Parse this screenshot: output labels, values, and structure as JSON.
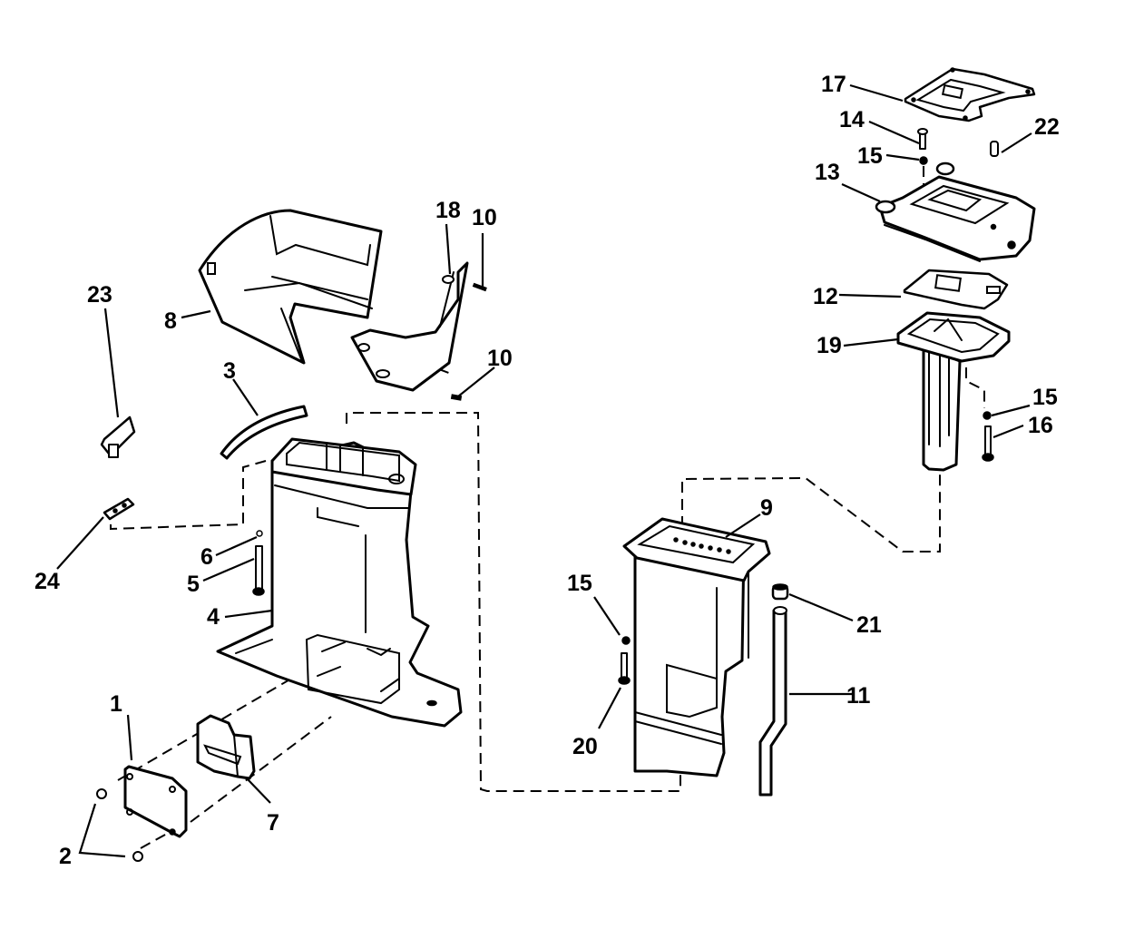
{
  "diagram": {
    "title": "Midsection exploded parts view",
    "callouts": [
      {
        "id": "c1",
        "text": "1"
      },
      {
        "id": "c2",
        "text": "2"
      },
      {
        "id": "c3",
        "text": "3"
      },
      {
        "id": "c4",
        "text": "4"
      },
      {
        "id": "c5",
        "text": "5"
      },
      {
        "id": "c6",
        "text": "6"
      },
      {
        "id": "c7",
        "text": "7"
      },
      {
        "id": "c8",
        "text": "8"
      },
      {
        "id": "c9",
        "text": "9"
      },
      {
        "id": "c10a",
        "text": "10"
      },
      {
        "id": "c10b",
        "text": "10"
      },
      {
        "id": "c11",
        "text": "11"
      },
      {
        "id": "c12",
        "text": "12"
      },
      {
        "id": "c13",
        "text": "13"
      },
      {
        "id": "c14",
        "text": "14"
      },
      {
        "id": "c15a",
        "text": "15"
      },
      {
        "id": "c15b",
        "text": "15"
      },
      {
        "id": "c15c",
        "text": "15"
      },
      {
        "id": "c16",
        "text": "16"
      },
      {
        "id": "c17",
        "text": "17"
      },
      {
        "id": "c18",
        "text": "18"
      },
      {
        "id": "c19",
        "text": "19"
      },
      {
        "id": "c20",
        "text": "20"
      },
      {
        "id": "c21",
        "text": "21"
      },
      {
        "id": "c22",
        "text": "22"
      },
      {
        "id": "c23",
        "text": "23"
      },
      {
        "id": "c24",
        "text": "24"
      }
    ]
  }
}
